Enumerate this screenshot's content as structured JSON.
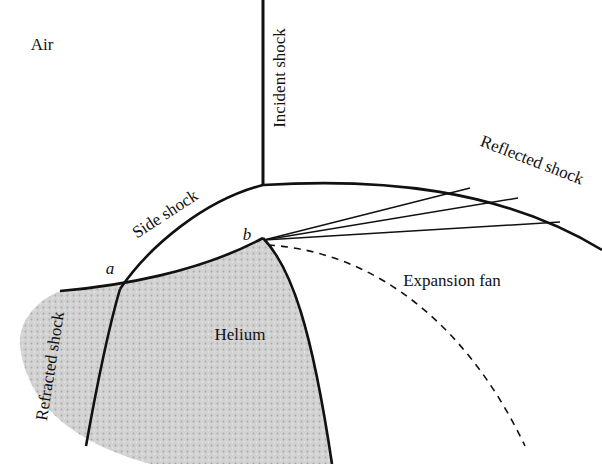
{
  "diagram": {
    "nodes": [
      {
        "text": [
          "Helium"
        ]
      }
    ],
    "labels": [
      "Air",
      "Incident shock",
      "Side shock",
      "Reflected shock",
      "Expansion fan",
      "a",
      "b",
      "Refracted shock"
    ]
  }
}
